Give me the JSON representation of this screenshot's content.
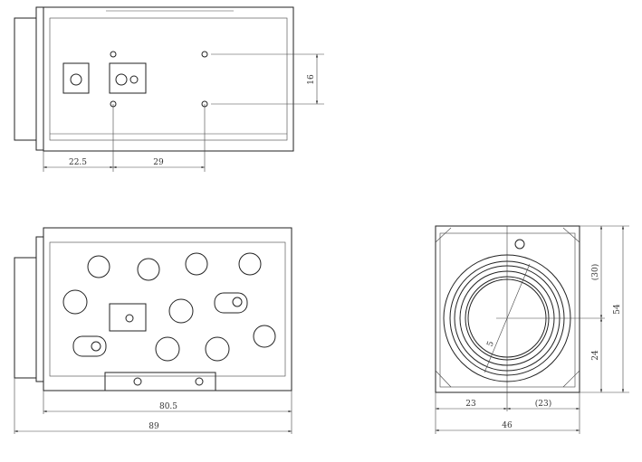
{
  "top_view": {
    "dim_left": "22.5",
    "dim_mid": "29",
    "dim_vertical": "16"
  },
  "side_view": {
    "dim_body": "80.5",
    "dim_total": "89"
  },
  "front_view": {
    "dim_left_half": "23",
    "dim_right_half": "(23)",
    "dim_width": "46",
    "dim_upper": "(30)",
    "dim_lower": "24",
    "dim_height": "54",
    "dim_radius": "5"
  },
  "colors": {
    "line": "#222222",
    "background": "#ffffff"
  }
}
